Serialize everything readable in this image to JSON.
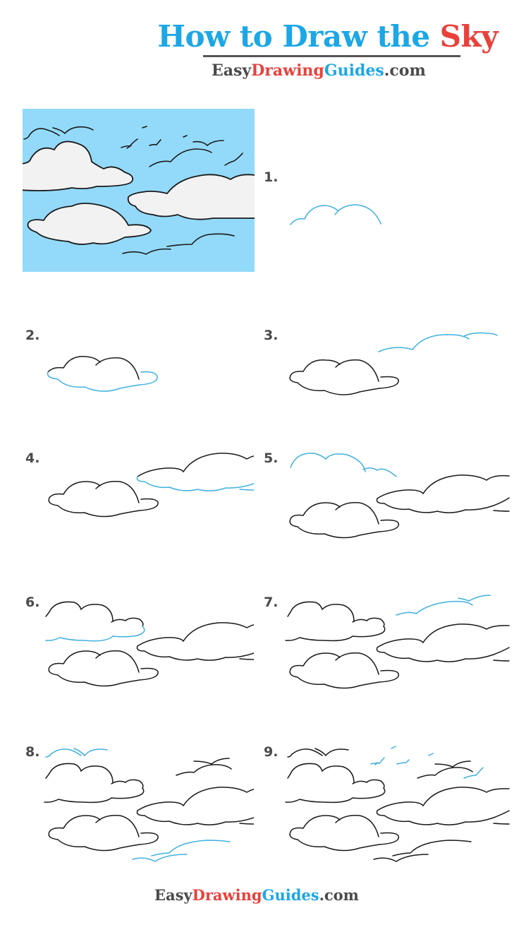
{
  "header": {
    "title_part1": "How to Draw the ",
    "title_part2": "Sky",
    "brand": {
      "part1": "Easy",
      "part2": "Drawing",
      "part3": "Guides",
      "part4": ".com"
    }
  },
  "hero": {
    "description": "finished colored sky with clouds and birds",
    "sky_color": "#93dafa",
    "cloud_color": "#f2f2f2"
  },
  "steps": [
    {
      "number": "1."
    },
    {
      "number": "2."
    },
    {
      "number": "3."
    },
    {
      "number": "4."
    },
    {
      "number": "5."
    },
    {
      "number": "6."
    },
    {
      "number": "7."
    },
    {
      "number": "8."
    },
    {
      "number": "9."
    }
  ],
  "footer": {
    "brand": {
      "part1": "Easy",
      "part2": "Drawing",
      "part3": "Guides",
      "part4": ".com"
    }
  },
  "colors": {
    "title_blue": "#1ca7e6",
    "title_red": "#e8413c",
    "text_gray": "#4a4a4a",
    "guide_stroke": "#3fb0e0"
  }
}
